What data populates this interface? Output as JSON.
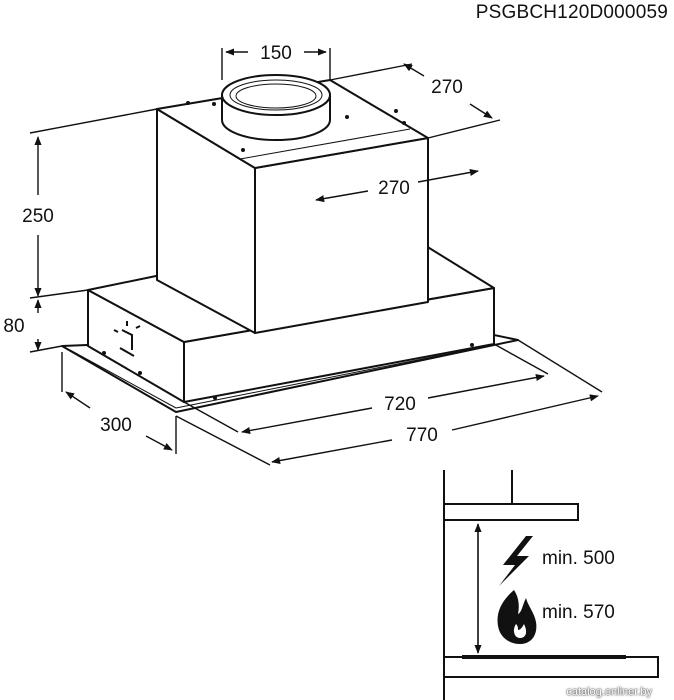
{
  "product_code": "PSGBCH120D000059",
  "dimensions": {
    "duct_diameter": "150",
    "top_depth": "270",
    "top_width": "270",
    "body_height": "250",
    "frame_height": "80",
    "depth": "300",
    "inner_width": "720",
    "outer_width": "770"
  },
  "clearance": {
    "electric": "min. 500",
    "gas": "min. 570"
  },
  "watermark": "catalog.onliner.by",
  "icons": [
    "lightning-icon",
    "flame-icon"
  ]
}
